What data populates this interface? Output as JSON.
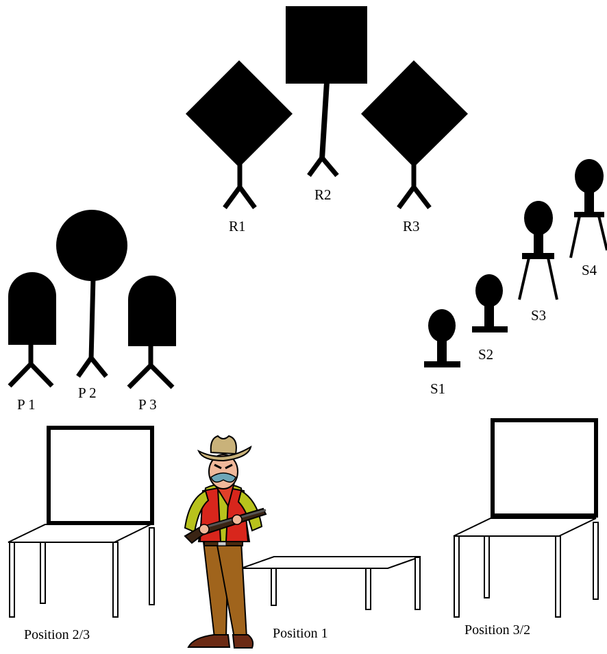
{
  "targets": {
    "rifle": [
      {
        "label": "R1",
        "shape": "diamond"
      },
      {
        "label": "R2",
        "shape": "square"
      },
      {
        "label": "R3",
        "shape": "diamond"
      }
    ],
    "pistol": [
      {
        "label": "P 1",
        "shape": "arch"
      },
      {
        "label": "P 2",
        "shape": "circle"
      },
      {
        "label": "P 3",
        "shape": "arch"
      }
    ],
    "shotgun": [
      {
        "label": "S1",
        "shape": "knockdown-base"
      },
      {
        "label": "S2",
        "shape": "knockdown-base"
      },
      {
        "label": "S3",
        "shape": "knockdown-legs"
      },
      {
        "label": "S4",
        "shape": "knockdown-legs"
      }
    ]
  },
  "positions": [
    {
      "label": "Position 2/3",
      "has_window": true
    },
    {
      "label": "Position 1",
      "has_window": false
    },
    {
      "label": "Position 3/2",
      "has_window": true
    }
  ],
  "figure": {
    "icon": "cowboy-with-shotgun"
  },
  "colors": {
    "target": "#000000",
    "table_line": "#000000",
    "background": "#ffffff",
    "hat": "#c9b27a",
    "shirt": "#b8c21c",
    "vest": "#d8261c",
    "pants": "#a0641c",
    "bandana": "#e0402a",
    "boots": "#6b2a14",
    "skin": "#f0b89a"
  }
}
